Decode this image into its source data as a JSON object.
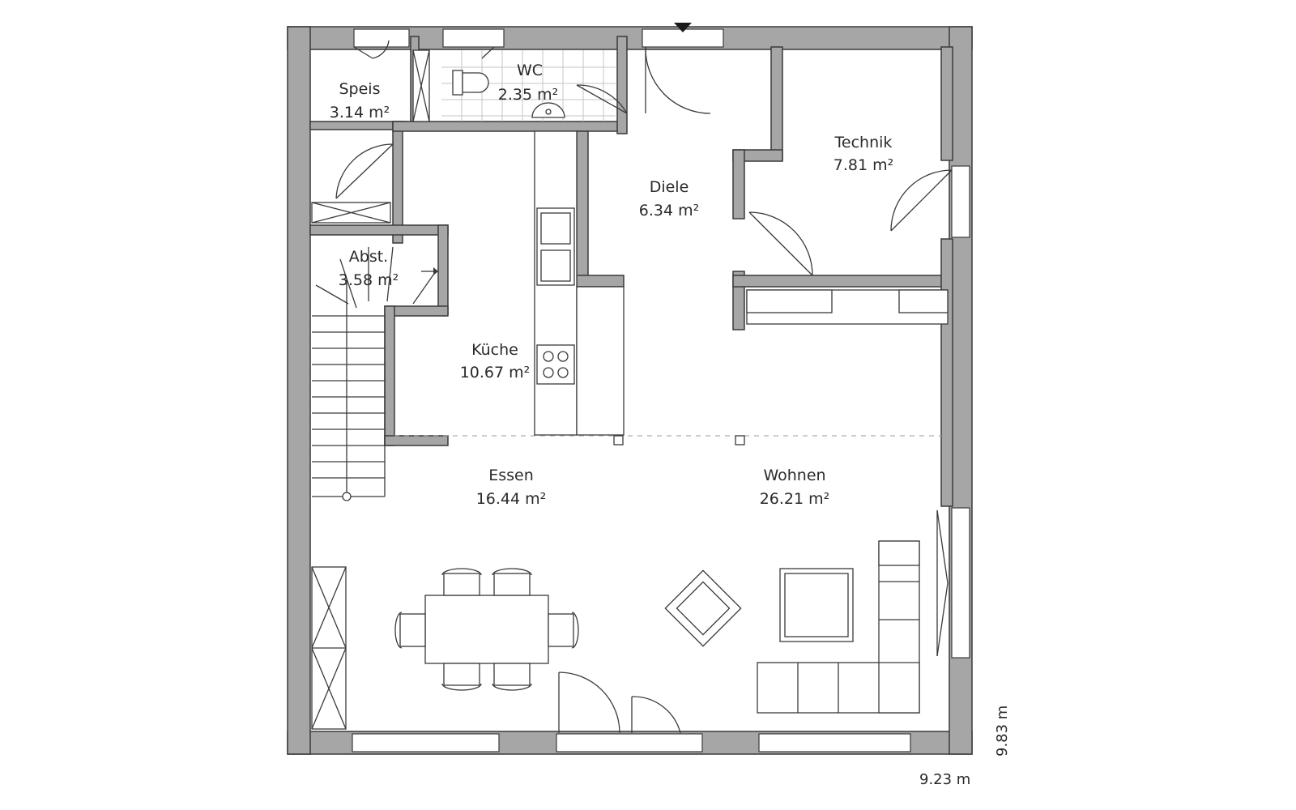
{
  "rooms": {
    "speis": {
      "name": "Speis",
      "area": "3.14 m²"
    },
    "wc": {
      "name": "WC",
      "area": "2.35 m²"
    },
    "technik": {
      "name": "Technik",
      "area": "7.81 m²"
    },
    "diele": {
      "name": "Diele",
      "area": "6.34 m²"
    },
    "abst": {
      "name": "Abst.",
      "area": "3.58 m²"
    },
    "kueche": {
      "name": "Küche",
      "area": "10.67 m²"
    },
    "essen": {
      "name": "Essen",
      "area": "16.44 m²"
    },
    "wohnen": {
      "name": "Wohnen",
      "area": "26.21 m²"
    }
  },
  "dimensions": {
    "width": "9.23 m",
    "depth": "9.83 m"
  }
}
